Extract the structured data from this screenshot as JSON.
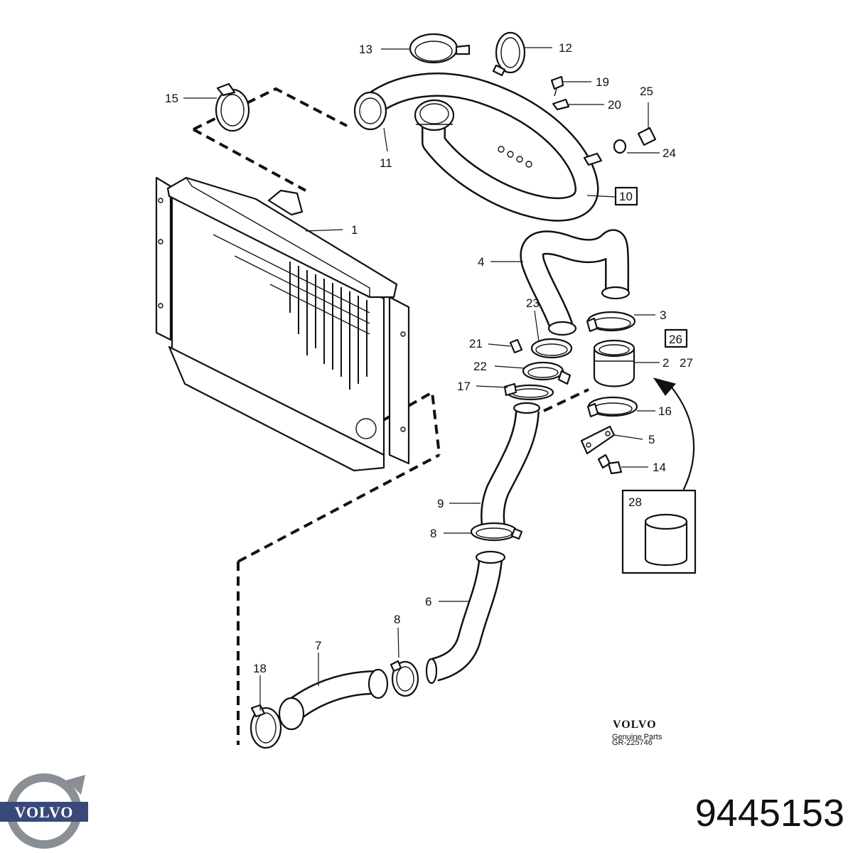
{
  "diagram": {
    "callouts": {
      "c1": "1",
      "c2": "2",
      "c3": "3",
      "c4": "4",
      "c5": "5",
      "c6": "6",
      "c7": "7",
      "c8a": "8",
      "c8b": "8",
      "c9": "9",
      "c10": "10",
      "c11": "11",
      "c12": "12",
      "c13": "13",
      "c14": "14",
      "c15": "15",
      "c16": "16",
      "c17": "17",
      "c18": "18",
      "c19": "19",
      "c20": "20",
      "c21": "21",
      "c22": "22",
      "c23": "23",
      "c24": "24",
      "c25": "25",
      "c26": "26",
      "c27": "27",
      "c28": "28"
    },
    "brand_mark": {
      "name": "VOLVO",
      "subtitle": "Genuine Parts",
      "ref": "GR-225746"
    }
  },
  "footer": {
    "logo_text": "VOLVO",
    "part_number": "9445153"
  },
  "colors": {
    "line": "#111111",
    "background": "#ffffff",
    "logo_ring": "#8a8f96",
    "logo_bar": "#3a4a78"
  }
}
